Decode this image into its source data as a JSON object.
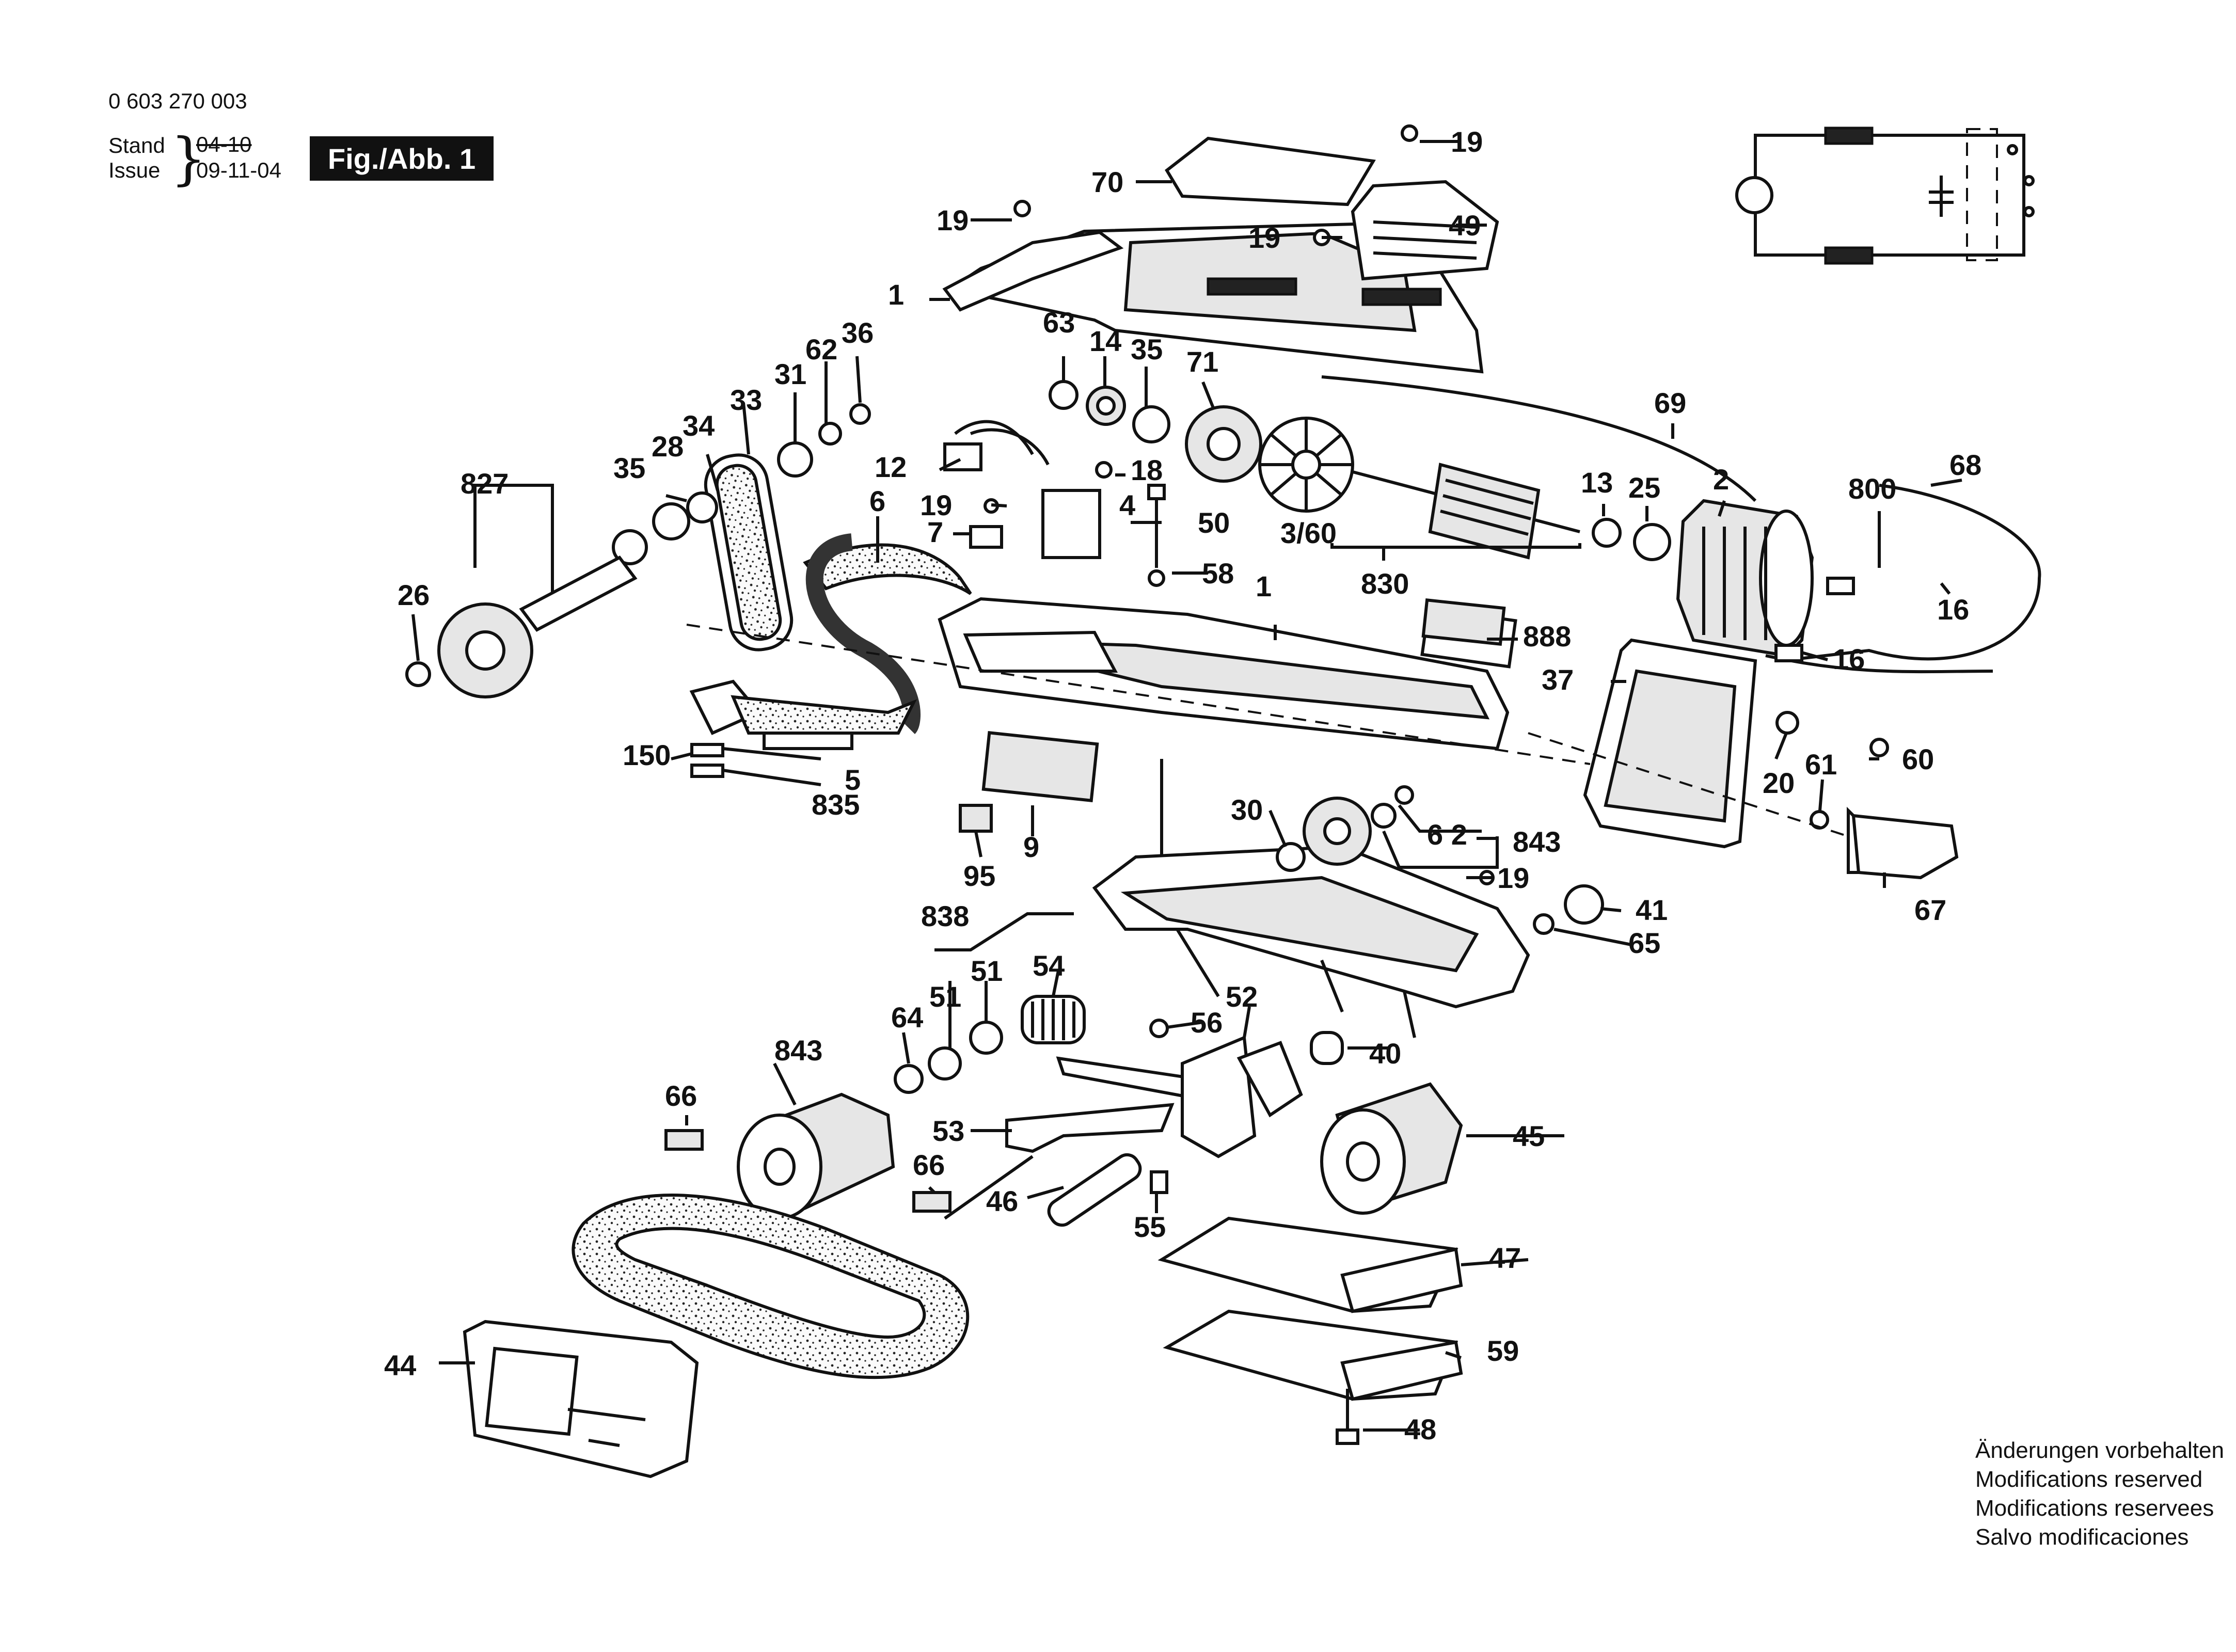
{
  "header": {
    "doc_number": "0 603 270 003",
    "stand_label": "Stand",
    "issue_label": "Issue",
    "stand_date": "04-10",
    "issue_date": "09-11-04",
    "figure_label": "Fig./Abb. 1"
  },
  "footer_notes": [
    "Änderungen vorbehalten",
    "Modifications reserved",
    "Modifications reservees",
    "Salvo modificaciones"
  ],
  "callouts": {
    "c1a": "1",
    "c1b": "1",
    "c2": "2",
    "c3_60": "3/60",
    "c4": "4",
    "c5": "5",
    "c6": "6",
    "c7": "7",
    "c9": "9",
    "c12": "12",
    "c13": "13",
    "c14": "14",
    "c16a": "16",
    "c16b": "16",
    "c18": "18",
    "c19a": "19",
    "c19b": "19",
    "c19c": "19",
    "c19d": "19",
    "c19e": "19",
    "c20": "20",
    "c25": "25",
    "c26": "26",
    "c28": "28",
    "c30": "30",
    "c31": "31",
    "c33": "33",
    "c34": "34",
    "c35a": "35",
    "c35b": "35",
    "c36": "36",
    "c37": "37",
    "c40": "40",
    "c41": "41",
    "c44": "44",
    "c45": "45",
    "c46": "46",
    "c47": "47",
    "c48": "48",
    "c49": "49",
    "c50": "50",
    "c51a": "51",
    "c51b": "51",
    "c52": "52",
    "c53": "53",
    "c54": "54",
    "c55": "55",
    "c56": "56",
    "c58": "58",
    "c59": "59",
    "c60": "60",
    "c61": "61",
    "c62a": "62",
    "c62b": "6 2",
    "c63": "63",
    "c64": "64",
    "c65": "65",
    "c66a": "66",
    "c66b": "66",
    "c67": "67",
    "c68": "68",
    "c69": "69",
    "c70": "70",
    "c71": "71",
    "c95": "95",
    "c150": "150",
    "c800": "800",
    "c827": "827",
    "c830": "830",
    "c835": "835",
    "c838": "838",
    "c843a": "843",
    "c843b": "843",
    "c888": "888"
  }
}
